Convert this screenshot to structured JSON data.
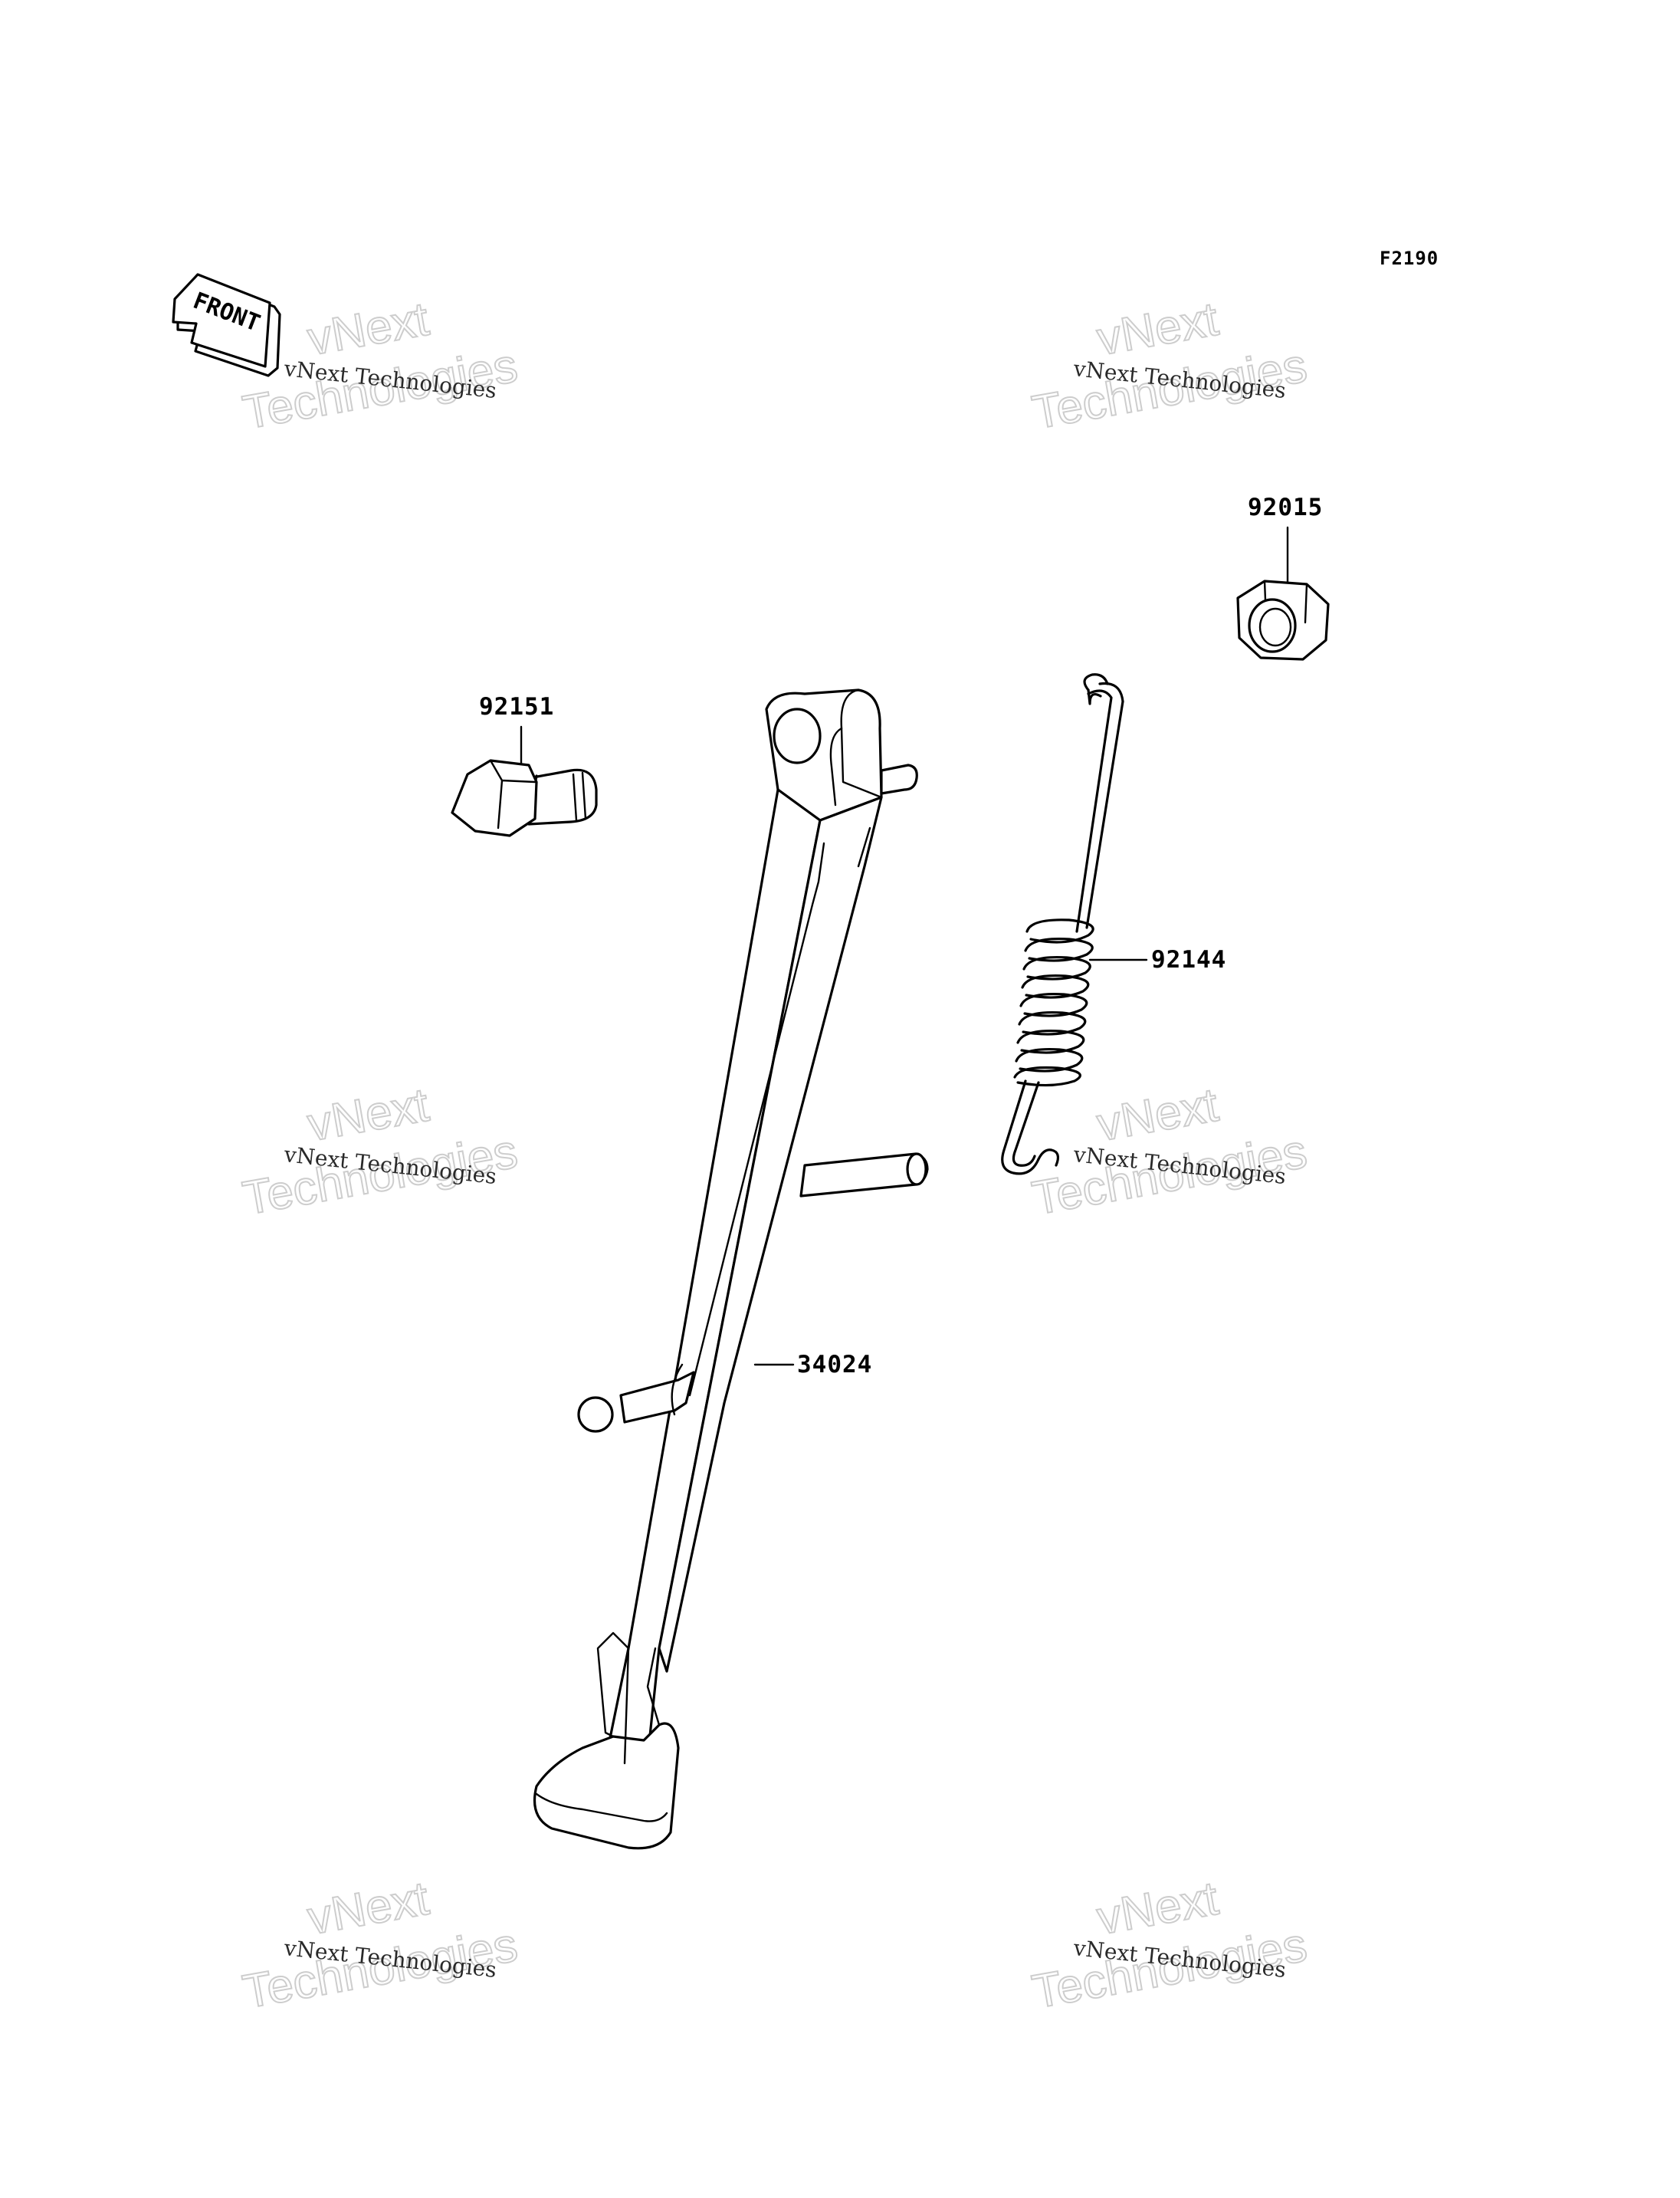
{
  "figure_code": "F2190",
  "front_label": "FRONT",
  "parts": [
    {
      "number": "92015",
      "name_icon": "nut-icon"
    },
    {
      "number": "92151",
      "name_icon": "bolt-icon"
    },
    {
      "number": "92144",
      "name_icon": "spring-icon"
    },
    {
      "number": "34024",
      "name_icon": "side-stand-icon"
    }
  ],
  "watermark": {
    "line1": "vNext Technologies",
    "big_top": "vNext",
    "big_bottom": "Technologies"
  }
}
